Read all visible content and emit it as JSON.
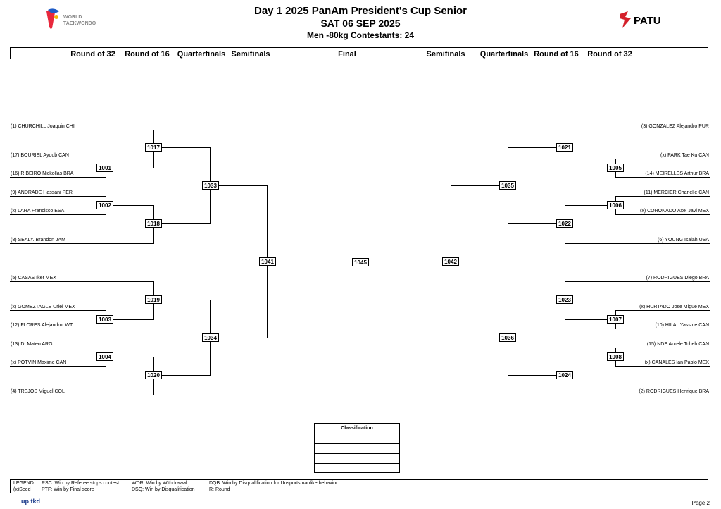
{
  "header": {
    "title": "Day 1 2025 PanAm President's Cup Senior",
    "date": "SAT 06 SEP 2025",
    "category": "Men -80kg  Contestants: 24",
    "left_logo_text": "WORLD TAEKWONDO",
    "right_logo_text": "PATU"
  },
  "rounds": [
    "Round of 32",
    "Round of 16",
    "Quarterfinals",
    "Semifinals",
    "Final",
    "Semifinals",
    "Quarterfinals",
    "Round of 16",
    "Round of 32"
  ],
  "left_athletes": [
    "(1) CHURCHILL Joaquin CHI",
    "(17) BOURIEL Ayoub CAN",
    "(16) RIBEIRO Nickollas BRA",
    "(9) ANDRADE Hassani PER",
    "(x) LARA Francisco ESA",
    "(8) SEALY. Brandon JAM",
    "(5) CASAS Iker MEX",
    "(x) GOMEZTAGLE Uriel MEX",
    "(12) FLORES Alejandro .WT",
    "(13) DI Mateo ARG",
    "(x) POTVIN Maxime CAN",
    "(4) TREJOS Miguel COL"
  ],
  "right_athletes": [
    "(3) GONZALEZ Alejandro PUR",
    "(x) PARK Tae Ku CAN",
    "(14) MEIRELLES Arthur BRA",
    "(11) MERCIER Charlelie CAN",
    "(x) CORONADO Axel Javi MEX",
    "(6) YOUNG Isaiah USA",
    "(7) RODRIGUES Diego BRA",
    "(x) HURTADO Jose Migue MEX",
    "(10) HILAL Yassine CAN",
    "(15) NDE Aurele Tcheh CAN",
    "(x) CANALES Ian Pablo MEX",
    "(2) RODRIGUES Henrique BRA"
  ],
  "matches": {
    "m1001": "1001",
    "m1002": "1002",
    "m1003": "1003",
    "m1004": "1004",
    "m1005": "1005",
    "m1006": "1006",
    "m1007": "1007",
    "m1008": "1008",
    "m1017": "1017",
    "m1018": "1018",
    "m1019": "1019",
    "m1020": "1020",
    "m1021": "1021",
    "m1022": "1022",
    "m1023": "1023",
    "m1024": "1024",
    "m1033": "1033",
    "m1034": "1034",
    "m1035": "1035",
    "m1036": "1036",
    "m1041": "1041",
    "m1042": "1042",
    "m1045": "1045"
  },
  "classification": {
    "title": "Classification"
  },
  "legend": {
    "legend": "LEGEND",
    "seed": "(x)Seed",
    "rsc": "RSC: Win by Referee stops contest",
    "ptf": "PTF: Win by Final score",
    "wdr": "WDR: Win by Withdrawal",
    "dsq": "DSQ: Win by Disqualification",
    "dqb": "DQB: Win by Disqualification for Unsportsmanlike behavior",
    "r": "R: Round"
  },
  "footer": {
    "brand": "up tkd",
    "page": "Page 2"
  },
  "colors": {
    "wt_red": "#e8283c",
    "wt_blue": "#1e5bc6",
    "patu_red": "#d4202a",
    "uptkd_blue": "#1a3a8a"
  }
}
